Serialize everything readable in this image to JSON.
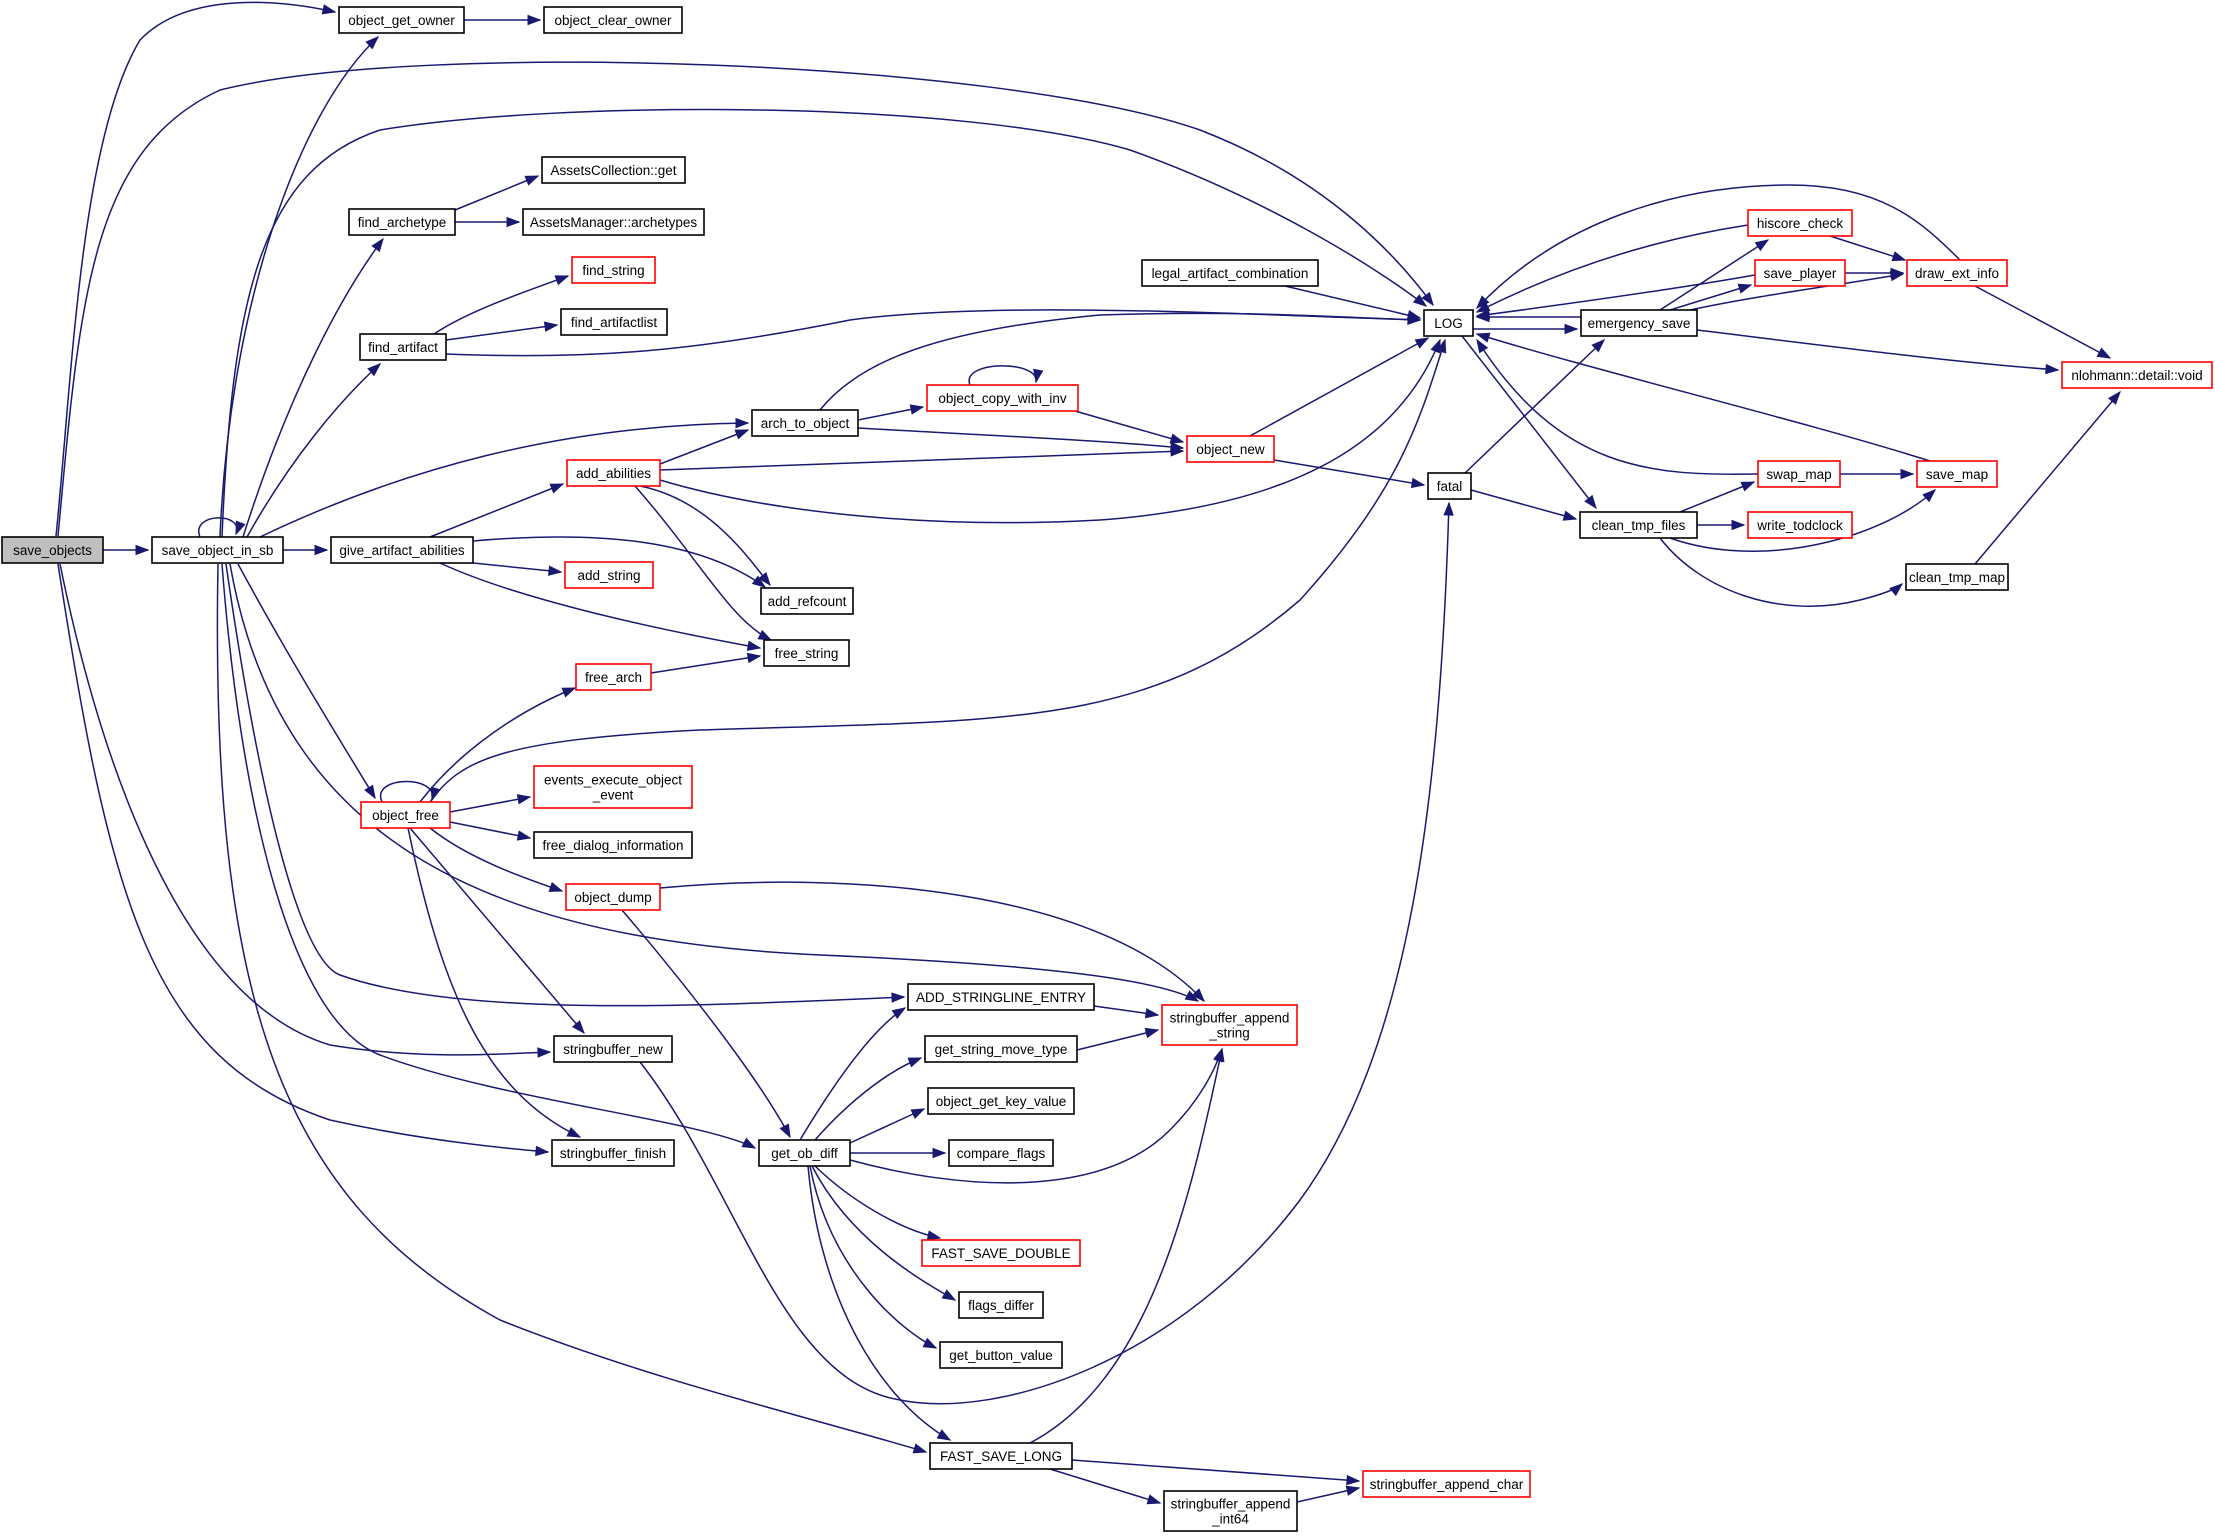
{
  "diagram": {
    "type": "call-graph",
    "colors": {
      "edge": "#191970",
      "truncated_border": "#ff0000",
      "normal_border": "#000000",
      "root_fill": "#bfbfbf"
    },
    "nodes": [
      {
        "id": "save_objects",
        "lines": [
          "save_objects"
        ],
        "style": "root"
      },
      {
        "id": "save_object_in_sb",
        "lines": [
          "save_object_in_sb"
        ],
        "style": "plain"
      },
      {
        "id": "object_get_owner",
        "lines": [
          "object_get_owner"
        ],
        "style": "plain"
      },
      {
        "id": "object_clear_owner",
        "lines": [
          "object_clear_owner"
        ],
        "style": "plain"
      },
      {
        "id": "assets_get",
        "lines": [
          "AssetsCollection::get"
        ],
        "style": "plain"
      },
      {
        "id": "find_archetype",
        "lines": [
          "find_archetype"
        ],
        "style": "plain"
      },
      {
        "id": "archetypes",
        "lines": [
          "AssetsManager::archetypes"
        ],
        "style": "plain"
      },
      {
        "id": "find_string",
        "lines": [
          "find_string"
        ],
        "style": "truncated"
      },
      {
        "id": "find_artifact",
        "lines": [
          "find_artifact"
        ],
        "style": "plain"
      },
      {
        "id": "find_artifactlist",
        "lines": [
          "find_artifactlist"
        ],
        "style": "plain"
      },
      {
        "id": "legal_artifact_combination",
        "lines": [
          "legal_artifact_combination"
        ],
        "style": "plain"
      },
      {
        "id": "LOG",
        "lines": [
          "LOG"
        ],
        "style": "plain"
      },
      {
        "id": "emergency_save",
        "lines": [
          "emergency_save"
        ],
        "style": "plain"
      },
      {
        "id": "hiscore_check",
        "lines": [
          "hiscore_check"
        ],
        "style": "truncated"
      },
      {
        "id": "save_player",
        "lines": [
          "save_player"
        ],
        "style": "truncated"
      },
      {
        "id": "draw_ext_info",
        "lines": [
          "draw_ext_info"
        ],
        "style": "truncated"
      },
      {
        "id": "nlohmann_void",
        "lines": [
          "nlohmann::detail::void"
        ],
        "style": "truncated"
      },
      {
        "id": "arch_to_object",
        "lines": [
          "arch_to_object"
        ],
        "style": "plain"
      },
      {
        "id": "object_copy_with_inv",
        "lines": [
          "object_copy_with_inv"
        ],
        "style": "truncated"
      },
      {
        "id": "object_new",
        "lines": [
          "object_new"
        ],
        "style": "truncated"
      },
      {
        "id": "add_abilities",
        "lines": [
          "add_abilities"
        ],
        "style": "truncated"
      },
      {
        "id": "fatal",
        "lines": [
          "fatal"
        ],
        "style": "plain"
      },
      {
        "id": "swap_map",
        "lines": [
          "swap_map"
        ],
        "style": "truncated"
      },
      {
        "id": "save_map",
        "lines": [
          "save_map"
        ],
        "style": "truncated"
      },
      {
        "id": "clean_tmp_files",
        "lines": [
          "clean_tmp_files"
        ],
        "style": "plain"
      },
      {
        "id": "write_todclock",
        "lines": [
          "write_todclock"
        ],
        "style": "truncated"
      },
      {
        "id": "clean_tmp_map",
        "lines": [
          "clean_tmp_map"
        ],
        "style": "plain"
      },
      {
        "id": "give_artifact_abilities",
        "lines": [
          "give_artifact_abilities"
        ],
        "style": "plain"
      },
      {
        "id": "add_string",
        "lines": [
          "add_string"
        ],
        "style": "truncated"
      },
      {
        "id": "add_refcount",
        "lines": [
          "add_refcount"
        ],
        "style": "plain"
      },
      {
        "id": "free_string",
        "lines": [
          "free_string"
        ],
        "style": "plain"
      },
      {
        "id": "free_arch",
        "lines": [
          "free_arch"
        ],
        "style": "truncated"
      },
      {
        "id": "events_execute_object_event",
        "lines": [
          "events_execute_object",
          "_event"
        ],
        "style": "truncated"
      },
      {
        "id": "object_free",
        "lines": [
          "object_free"
        ],
        "style": "truncated"
      },
      {
        "id": "free_dialog_information",
        "lines": [
          "free_dialog_information"
        ],
        "style": "plain"
      },
      {
        "id": "object_dump",
        "lines": [
          "object_dump"
        ],
        "style": "truncated"
      },
      {
        "id": "ADD_STRINGLINE_ENTRY",
        "lines": [
          "ADD_STRINGLINE_ENTRY"
        ],
        "style": "plain"
      },
      {
        "id": "stringbuffer_append_string",
        "lines": [
          "stringbuffer_append",
          "_string"
        ],
        "style": "truncated"
      },
      {
        "id": "get_string_move_type",
        "lines": [
          "get_string_move_type"
        ],
        "style": "plain"
      },
      {
        "id": "stringbuffer_new",
        "lines": [
          "stringbuffer_new"
        ],
        "style": "plain"
      },
      {
        "id": "object_get_key_value",
        "lines": [
          "object_get_key_value"
        ],
        "style": "plain"
      },
      {
        "id": "get_ob_diff",
        "lines": [
          "get_ob_diff"
        ],
        "style": "plain"
      },
      {
        "id": "compare_flags",
        "lines": [
          "compare_flags"
        ],
        "style": "plain"
      },
      {
        "id": "stringbuffer_finish",
        "lines": [
          "stringbuffer_finish"
        ],
        "style": "plain"
      },
      {
        "id": "FAST_SAVE_DOUBLE",
        "lines": [
          "FAST_SAVE_DOUBLE"
        ],
        "style": "truncated"
      },
      {
        "id": "flags_differ",
        "lines": [
          "flags_differ"
        ],
        "style": "plain"
      },
      {
        "id": "get_button_value",
        "lines": [
          "get_button_value"
        ],
        "style": "plain"
      },
      {
        "id": "FAST_SAVE_LONG",
        "lines": [
          "FAST_SAVE_LONG"
        ],
        "style": "plain"
      },
      {
        "id": "stringbuffer_append_char",
        "lines": [
          "stringbuffer_append_char"
        ],
        "style": "truncated"
      },
      {
        "id": "stringbuffer_append_int64",
        "lines": [
          "stringbuffer_append",
          "_int64"
        ],
        "style": "plain"
      }
    ],
    "edges": [
      [
        "save_objects",
        "save_object_in_sb"
      ],
      [
        "save_objects",
        "object_get_owner"
      ],
      [
        "save_objects",
        "LOG"
      ],
      [
        "save_objects",
        "stringbuffer_new"
      ],
      [
        "save_objects",
        "stringbuffer_finish"
      ],
      [
        "object_get_owner",
        "object_clear_owner"
      ],
      [
        "save_object_in_sb",
        "save_object_in_sb"
      ],
      [
        "save_object_in_sb",
        "object_get_owner"
      ],
      [
        "save_object_in_sb",
        "LOG"
      ],
      [
        "save_object_in_sb",
        "find_archetype"
      ],
      [
        "save_object_in_sb",
        "find_artifact"
      ],
      [
        "save_object_in_sb",
        "arch_to_object"
      ],
      [
        "save_object_in_sb",
        "give_artifact_abilities"
      ],
      [
        "save_object_in_sb",
        "object_free"
      ],
      [
        "save_object_in_sb",
        "stringbuffer_append_string"
      ],
      [
        "save_object_in_sb",
        "ADD_STRINGLINE_ENTRY"
      ],
      [
        "save_object_in_sb",
        "get_ob_diff"
      ],
      [
        "save_object_in_sb",
        "FAST_SAVE_LONG"
      ],
      [
        "find_archetype",
        "assets_get"
      ],
      [
        "find_archetype",
        "archetypes"
      ],
      [
        "find_artifact",
        "find_string"
      ],
      [
        "find_artifact",
        "find_artifactlist"
      ],
      [
        "find_artifact",
        "LOG"
      ],
      [
        "legal_artifact_combination",
        "LOG"
      ],
      [
        "LOG",
        "emergency_save"
      ],
      [
        "LOG",
        "clean_tmp_files"
      ],
      [
        "emergency_save",
        "LOG"
      ],
      [
        "emergency_save",
        "hiscore_check"
      ],
      [
        "emergency_save",
        "save_player"
      ],
      [
        "emergency_save",
        "draw_ext_info"
      ],
      [
        "emergency_save",
        "nlohmann_void"
      ],
      [
        "hiscore_check",
        "LOG"
      ],
      [
        "hiscore_check",
        "draw_ext_info"
      ],
      [
        "save_player",
        "LOG"
      ],
      [
        "save_player",
        "draw_ext_info"
      ],
      [
        "draw_ext_info",
        "LOG"
      ],
      [
        "draw_ext_info",
        "nlohmann_void"
      ],
      [
        "arch_to_object",
        "LOG"
      ],
      [
        "arch_to_object",
        "object_copy_with_inv"
      ],
      [
        "arch_to_object",
        "object_new"
      ],
      [
        "object_copy_with_inv",
        "object_copy_with_inv"
      ],
      [
        "object_copy_with_inv",
        "object_new"
      ],
      [
        "object_new",
        "LOG"
      ],
      [
        "object_new",
        "fatal"
      ],
      [
        "add_abilities",
        "arch_to_object"
      ],
      [
        "add_abilities",
        "object_new"
      ],
      [
        "add_abilities",
        "LOG"
      ],
      [
        "add_abilities",
        "add_refcount"
      ],
      [
        "add_abilities",
        "free_string"
      ],
      [
        "fatal",
        "emergency_save"
      ],
      [
        "fatal",
        "clean_tmp_files"
      ],
      [
        "clean_tmp_files",
        "swap_map"
      ],
      [
        "clean_tmp_files",
        "write_todclock"
      ],
      [
        "clean_tmp_files",
        "save_map"
      ],
      [
        "clean_tmp_files",
        "clean_tmp_map"
      ],
      [
        "swap_map",
        "LOG"
      ],
      [
        "swap_map",
        "save_map"
      ],
      [
        "save_map",
        "LOG"
      ],
      [
        "clean_tmp_map",
        "nlohmann_void"
      ],
      [
        "give_artifact_abilities",
        "add_abilities"
      ],
      [
        "give_artifact_abilities",
        "add_string"
      ],
      [
        "give_artifact_abilities",
        "add_refcount"
      ],
      [
        "give_artifact_abilities",
        "free_string"
      ],
      [
        "object_free",
        "object_free"
      ],
      [
        "object_free",
        "free_arch"
      ],
      [
        "object_free",
        "LOG"
      ],
      [
        "object_free",
        "events_execute_object_event"
      ],
      [
        "object_free",
        "free_dialog_information"
      ],
      [
        "object_free",
        "object_dump"
      ],
      [
        "object_free",
        "stringbuffer_new"
      ],
      [
        "object_free",
        "stringbuffer_finish"
      ],
      [
        "free_arch",
        "free_string"
      ],
      [
        "object_dump",
        "stringbuffer_append_string"
      ],
      [
        "object_dump",
        "get_ob_diff"
      ],
      [
        "ADD_STRINGLINE_ENTRY",
        "stringbuffer_append_string"
      ],
      [
        "get_string_move_type",
        "stringbuffer_append_string"
      ],
      [
        "stringbuffer_new",
        "fatal"
      ],
      [
        "get_ob_diff",
        "ADD_STRINGLINE_ENTRY"
      ],
      [
        "get_ob_diff",
        "get_string_move_type"
      ],
      [
        "get_ob_diff",
        "object_get_key_value"
      ],
      [
        "get_ob_diff",
        "compare_flags"
      ],
      [
        "get_ob_diff",
        "stringbuffer_append_string"
      ],
      [
        "get_ob_diff",
        "FAST_SAVE_DOUBLE"
      ],
      [
        "get_ob_diff",
        "flags_differ"
      ],
      [
        "get_ob_diff",
        "get_button_value"
      ],
      [
        "get_ob_diff",
        "FAST_SAVE_LONG"
      ],
      [
        "FAST_SAVE_LONG",
        "stringbuffer_append_string"
      ],
      [
        "FAST_SAVE_LONG",
        "stringbuffer_append_char"
      ],
      [
        "FAST_SAVE_LONG",
        "stringbuffer_append_int64"
      ],
      [
        "stringbuffer_append_int64",
        "stringbuffer_append_char"
      ]
    ]
  }
}
